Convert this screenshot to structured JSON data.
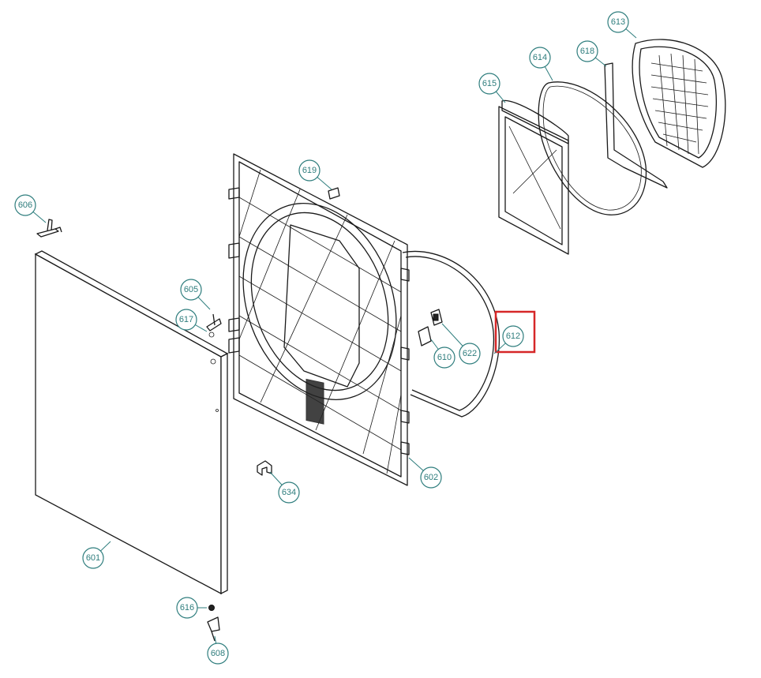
{
  "callouts": [
    {
      "id": "601",
      "label": "601"
    },
    {
      "id": "602",
      "label": "602"
    },
    {
      "id": "605",
      "label": "605"
    },
    {
      "id": "606",
      "label": "606"
    },
    {
      "id": "608",
      "label": "608"
    },
    {
      "id": "610",
      "label": "610"
    },
    {
      "id": "612",
      "label": "612"
    },
    {
      "id": "613",
      "label": "613"
    },
    {
      "id": "614",
      "label": "614"
    },
    {
      "id": "615",
      "label": "615"
    },
    {
      "id": "616",
      "label": "616"
    },
    {
      "id": "617",
      "label": "617"
    },
    {
      "id": "618",
      "label": "618"
    },
    {
      "id": "619",
      "label": "619"
    },
    {
      "id": "622",
      "label": "622"
    },
    {
      "id": "634",
      "label": "634"
    }
  ],
  "highlighted_callout": "612",
  "colors": {
    "callout": "#2e7d7d",
    "highlight": "#d62728",
    "line": "#1a1a1a"
  }
}
